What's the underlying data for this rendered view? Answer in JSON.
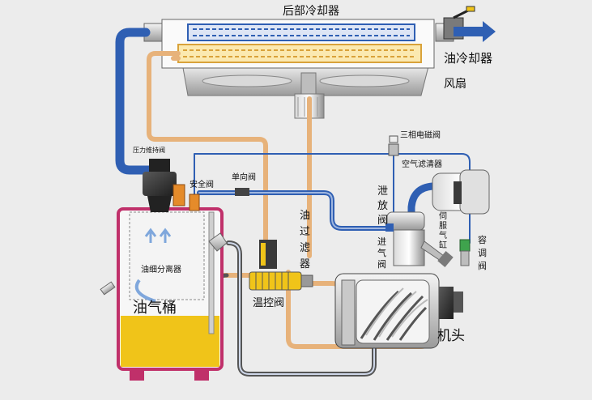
{
  "labels": {
    "rear_cooler": "后部冷却器",
    "oil_cooler": "油冷却器",
    "fan": "风扇",
    "pressure_valve": "压力维持阀",
    "solenoid": "三相电磁阀",
    "safety_valve": "安全阀",
    "check_valve": "单向阀",
    "air_filter": "空气滤清器",
    "oil_filter": [
      "油",
      "过",
      "滤",
      "器"
    ],
    "separator": "油细分离器",
    "tank": "油气桶",
    "thermo_valve": "温控阀",
    "vent_valve": [
      "泄",
      "放",
      "阀"
    ],
    "intake_valve": [
      "进",
      "气",
      "阀"
    ],
    "servo_cyl": [
      "伺",
      "服",
      "气",
      "缸"
    ],
    "cap_valve": [
      "容",
      "调",
      "阀"
    ],
    "airend": "机头"
  },
  "colors": {
    "air_pipe": "#2f5fb3",
    "oil_pipe": "#e7b27a",
    "oil_level": "#f0c419",
    "tank_frame": "#c0306a",
    "cooler_core": "#e9c44a"
  }
}
